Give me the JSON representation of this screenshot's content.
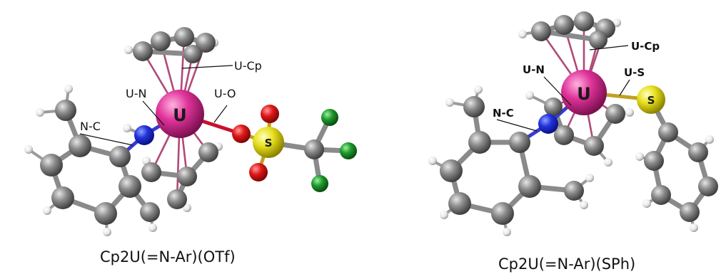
{
  "molecules": [
    {
      "caption": "Cp2U(=N-Ar)(OTf)",
      "atom_symbols": {
        "uranium": "U",
        "sulfur": "S"
      },
      "bond_labels": {
        "u_cp": "U-Cp",
        "u_n": "U-N",
        "u_o": "U-O",
        "n_c": "N-C"
      }
    },
    {
      "caption": "Cp2U(=N-Ar)(SPh)",
      "atom_symbols": {
        "uranium": "U",
        "sulfur": "S"
      },
      "bond_labels": {
        "u_cp": "U-Cp",
        "u_n": "U-N",
        "u_s": "U-S",
        "n_c": "N-C"
      }
    }
  ],
  "colors": {
    "uranium": "#e0339a",
    "carbon": "#8c8c8c",
    "hydrogen": "#f2f2f2",
    "nitrogen": "#2233dd",
    "oxygen": "#e01818",
    "sulfur": "#e6df1c",
    "fluorine": "#1f9a2a",
    "u_bond": "#b04a78"
  }
}
